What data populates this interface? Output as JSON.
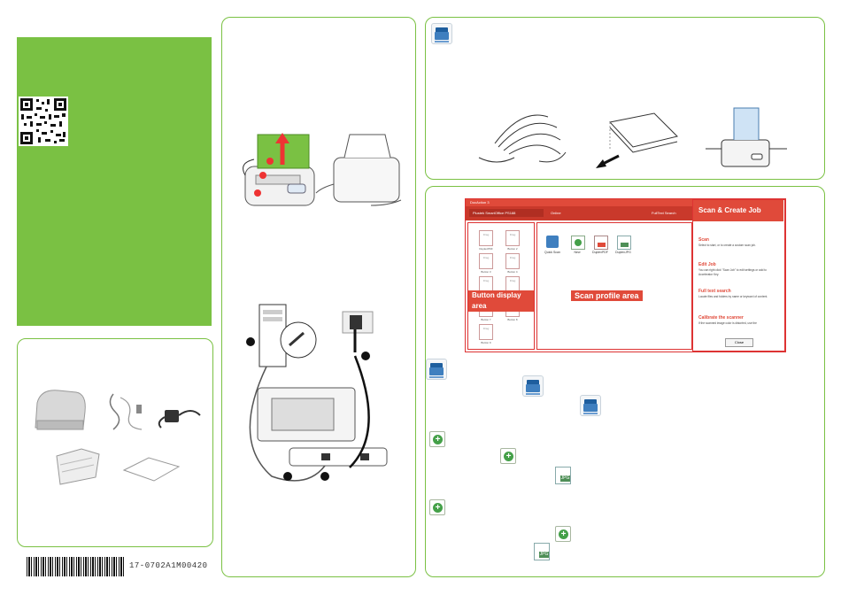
{
  "barcode_text": "17-0702A1M00420",
  "app": {
    "title": "DocAction 3",
    "scanner_name": "Plustek SmartOffice PS188",
    "online_label": "Online",
    "fulltext_search_label": "FullText Search",
    "help_panel": {
      "heading": "Scan & Create Job",
      "sections": [
        {
          "title": "Scan",
          "body": "Select  to start, or  to create a custom scan job."
        },
        {
          "title": "Edit Job",
          "body": "You can right click \"Scan Job\" to edit settings or add to Accelerator Key."
        },
        {
          "title": "Full text search",
          "body": "Locate files and folders by name or keyword of content."
        },
        {
          "title": "Calibrate the scanner",
          "body": "If the scanned image color is distorted, use the"
        }
      ],
      "close_label": "Close"
    },
    "button_display_area_label": "Button display area",
    "scan_profile_area_label": "Scan profile area",
    "button_tiles": [
      "DuplexPDF",
      "Button 2",
      "Button 3",
      "Button 4",
      "Button 5",
      "Button 6",
      "Button 7",
      "Button 8",
      "Button 9"
    ],
    "tile_placeholder": "Drag",
    "profiles": [
      "Quick Scan",
      "New",
      "DuplexPDF",
      "DuplexJPG"
    ]
  },
  "colors": {
    "green": "#7ac143",
    "app_red": "#e04a3a",
    "scan_blue": "#3f7fbf"
  },
  "icons": [
    "qr-code-icon",
    "scanner-icon",
    "plus-icon",
    "jpg-file-icon"
  ]
}
